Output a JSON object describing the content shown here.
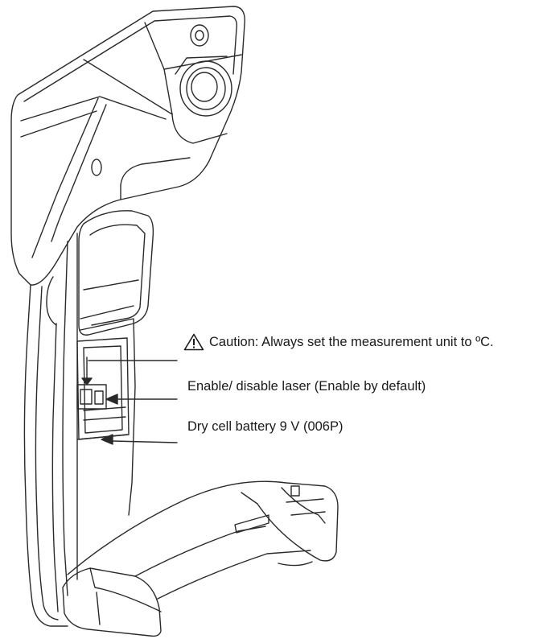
{
  "callouts": {
    "caution": {
      "icon": "warning-triangle-icon",
      "text": "Caution: Always set the measurement unit to ºC."
    },
    "laser": "Enable/ disable laser (Enable by default)",
    "battery": "Dry cell battery 9 V (006P)"
  }
}
